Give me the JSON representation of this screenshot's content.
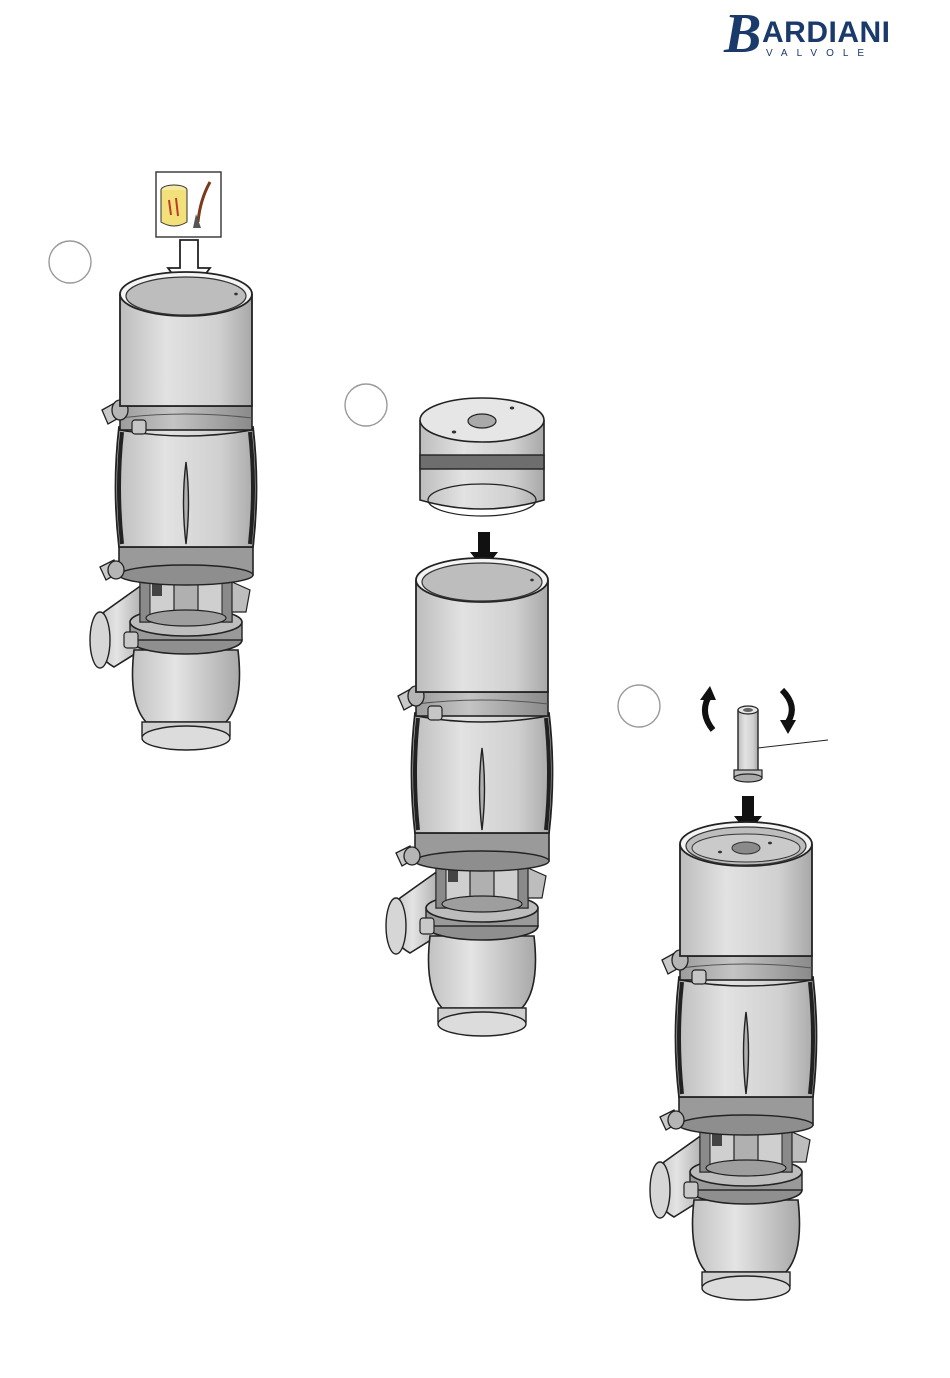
{
  "logo": {
    "name": "ARDIANI",
    "tagline": "VALVOLE",
    "mark": "B",
    "color": "#1a3a6b"
  },
  "steps": [
    {
      "id": "step-1",
      "icon": "grease-and-brush-icon",
      "arrow": "insert-arrow-outline"
    },
    {
      "id": "step-2",
      "icon": "piston-part",
      "arrow": "insert-arrow-solid"
    },
    {
      "id": "step-3",
      "icon": "guide-bushing-part",
      "arrow": "insert-arrow-solid",
      "rotation": "rotate-arrows"
    }
  ],
  "colors": {
    "body": "#d8d8d8",
    "body_dark": "#a9a9a9",
    "band": "#9a9a9a",
    "outline": "#222222",
    "interior": "#b8b8b8",
    "grease": "#f2e07a"
  }
}
